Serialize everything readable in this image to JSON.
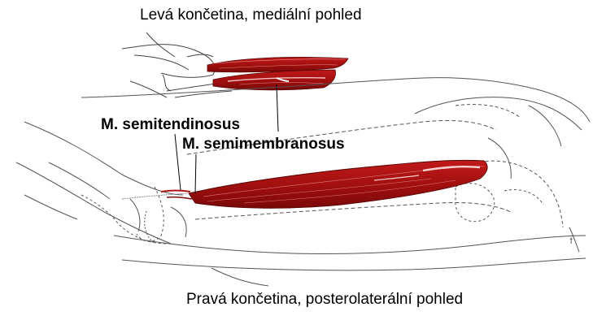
{
  "captions": {
    "top": "Levá končetina, mediální pohled",
    "bottom": "Pravá končetina, posterolaterální pohled"
  },
  "labels": {
    "semitendinosus": "M. semitendinosus",
    "semimembranosus": "M. semimembranosus"
  },
  "colors": {
    "muscle": "#b01616",
    "muscle_dark": "#7a0808",
    "outline": "#333333"
  }
}
